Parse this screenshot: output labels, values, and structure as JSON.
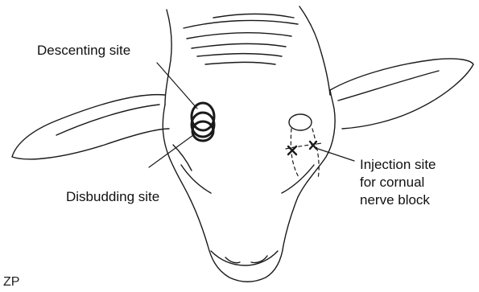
{
  "labels": {
    "descenting_site": "Descenting site",
    "disbudding_site": "Disbudding site",
    "injection_line1": "Injection site",
    "injection_line2": "for cornual",
    "injection_line3": "nerve block"
  },
  "mark": "ZP",
  "colors": {
    "ink": "#1a1a1a",
    "background": "#ffffff"
  }
}
